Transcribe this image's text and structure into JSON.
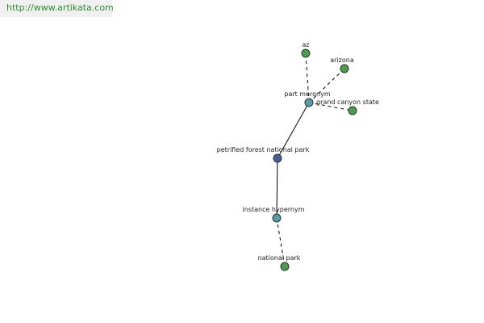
{
  "source_url": "http://www.artikata.com",
  "colors": {
    "word_node": "#4e9a4e",
    "relation_node": "#5b9aa8",
    "center_node": "#4a5a9a",
    "node_stroke": "#2a3a2a",
    "edge": "#000000",
    "banner_text": "#2e8b2e"
  },
  "nodes": [
    {
      "id": "center",
      "label": "petrified forest national park",
      "kind": "center"
    },
    {
      "id": "part_meronym",
      "label": "part meronym",
      "kind": "relation"
    },
    {
      "id": "az",
      "label": "az",
      "kind": "word"
    },
    {
      "id": "arizona",
      "label": "arizona",
      "kind": "word"
    },
    {
      "id": "grand_canyon_state",
      "label": "grand canyon state",
      "kind": "word"
    },
    {
      "id": "instance_hypernym",
      "label": "instance hypernym",
      "kind": "relation"
    },
    {
      "id": "national_park",
      "label": "national park",
      "kind": "word"
    }
  ],
  "edges": [
    {
      "from": "center",
      "to": "part_meronym",
      "style": "solid"
    },
    {
      "from": "part_meronym",
      "to": "az",
      "style": "dashed"
    },
    {
      "from": "part_meronym",
      "to": "arizona",
      "style": "dashed"
    },
    {
      "from": "part_meronym",
      "to": "grand_canyon_state",
      "style": "dashed"
    },
    {
      "from": "center",
      "to": "instance_hypernym",
      "style": "solid"
    },
    {
      "from": "instance_hypernym",
      "to": "national_park",
      "style": "dashed"
    }
  ]
}
